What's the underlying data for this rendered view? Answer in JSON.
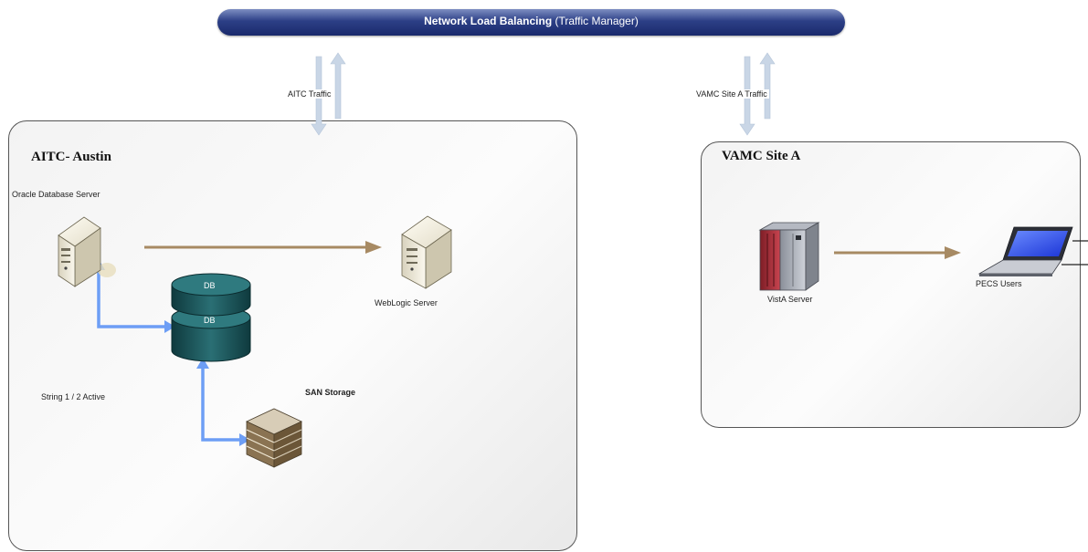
{
  "banner": {
    "title_bold": "Network Load Balancing",
    "title_rest": " (Traffic Manager)"
  },
  "flows": {
    "aitc": "AITC Traffic",
    "vamc": "VAMC Site A Traffic"
  },
  "aitc": {
    "title": "AITC- Austin",
    "oracle_label": "Oracle Database Server",
    "weblogic_label": "WebLogic Server",
    "db_top": "DB",
    "db_bottom": "DB",
    "san_label": "SAN Storage",
    "string_label": "String 1 / 2 Active"
  },
  "vamc": {
    "title": "VAMC Site A",
    "vista_label": "VistA Server",
    "pecs_label": "PECS Users"
  },
  "colors": {
    "banner": "#1a2a6c",
    "link_brown": "#a78a63",
    "link_blue": "#6d9ef5",
    "db_teal": "#1f5c60",
    "traffic_arrow": "#c9d6e6"
  }
}
